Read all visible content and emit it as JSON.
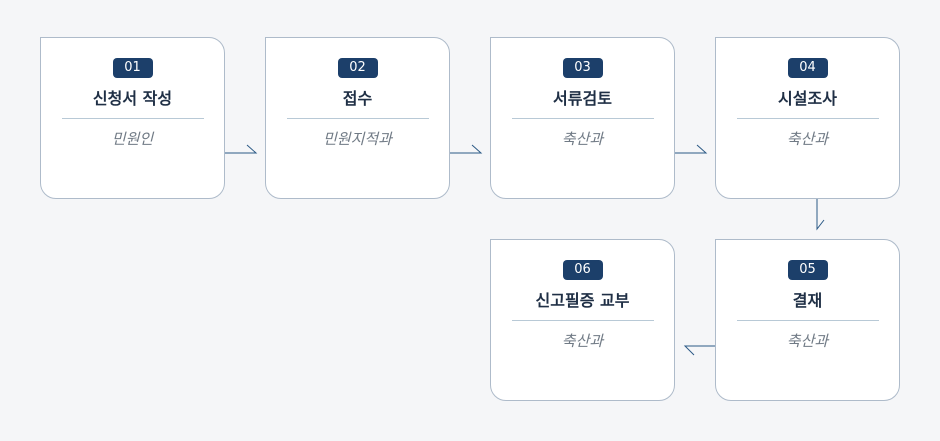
{
  "steps": [
    {
      "num": "01",
      "title": "신청서 작성",
      "dept": "민원인"
    },
    {
      "num": "02",
      "title": "접수",
      "dept": "민원지적과"
    },
    {
      "num": "03",
      "title": "서류검토",
      "dept": "축산과"
    },
    {
      "num": "04",
      "title": "시설조사",
      "dept": "축산과"
    },
    {
      "num": "05",
      "title": "결재",
      "dept": "축산과"
    },
    {
      "num": "06",
      "title": "신고필증 교부",
      "dept": "축산과"
    }
  ],
  "colors": {
    "badge": "#1c3f6a",
    "arrow": "#2c5a86",
    "border": "#aebbca",
    "background": "#f5f6f8"
  }
}
